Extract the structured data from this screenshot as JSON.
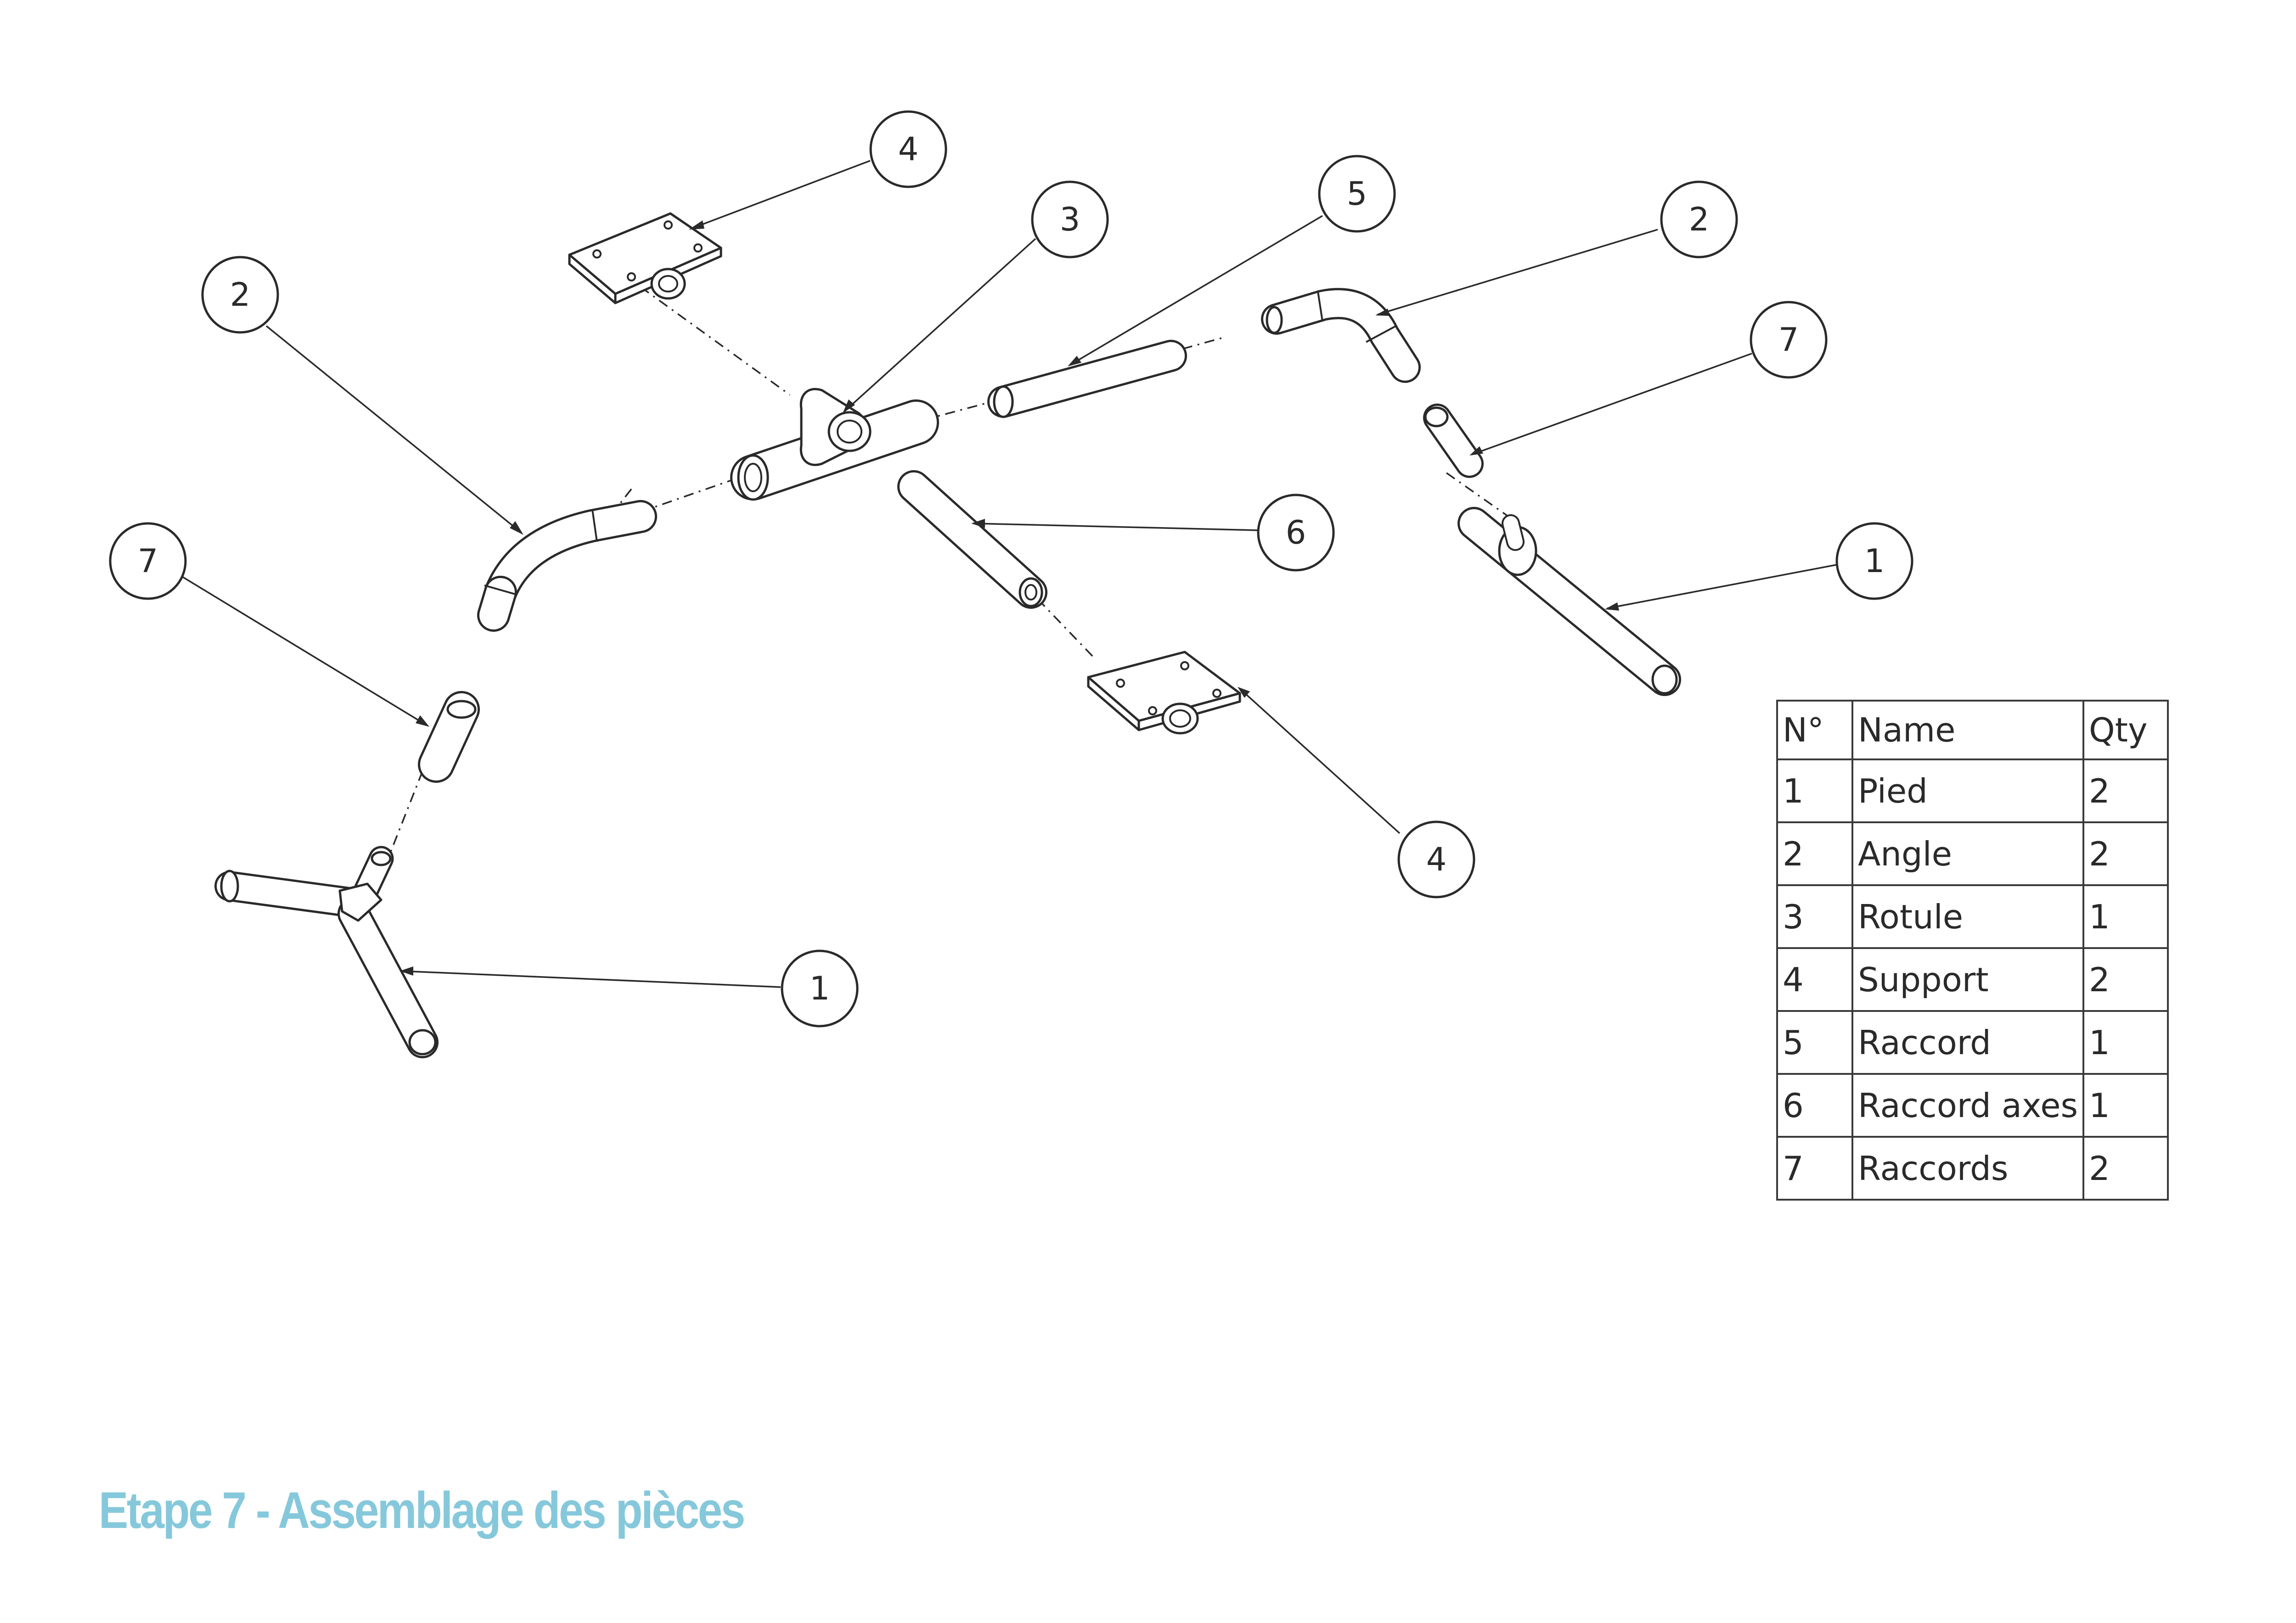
{
  "title": "Etape 7 - Assemblage des pièces",
  "colors": {
    "title": "#86c8db",
    "lines": "#2a2a2a"
  },
  "callouts": [
    {
      "id": "c4-top",
      "number": "4"
    },
    {
      "id": "c3",
      "number": "3"
    },
    {
      "id": "c5",
      "number": "5"
    },
    {
      "id": "c2-right",
      "number": "2"
    },
    {
      "id": "c2-left",
      "number": "2"
    },
    {
      "id": "c7-right",
      "number": "7"
    },
    {
      "id": "c6",
      "number": "6"
    },
    {
      "id": "c1-right",
      "number": "1"
    },
    {
      "id": "c7-left",
      "number": "7"
    },
    {
      "id": "c4-bottom",
      "number": "4"
    },
    {
      "id": "c1-left",
      "number": "1"
    }
  ],
  "bom": {
    "headers": [
      "N°",
      "Name",
      "Qty"
    ],
    "rows": [
      {
        "no": "1",
        "name": "Pied",
        "qty": "2"
      },
      {
        "no": "2",
        "name": "Angle",
        "qty": "2"
      },
      {
        "no": "3",
        "name": "Rotule",
        "qty": "1"
      },
      {
        "no": "4",
        "name": "Support",
        "qty": "2"
      },
      {
        "no": "5",
        "name": "Raccord",
        "qty": "1"
      },
      {
        "no": "6",
        "name": "Raccord axes",
        "qty": "1"
      },
      {
        "no": "7",
        "name": "Raccords",
        "qty": "2"
      }
    ]
  }
}
